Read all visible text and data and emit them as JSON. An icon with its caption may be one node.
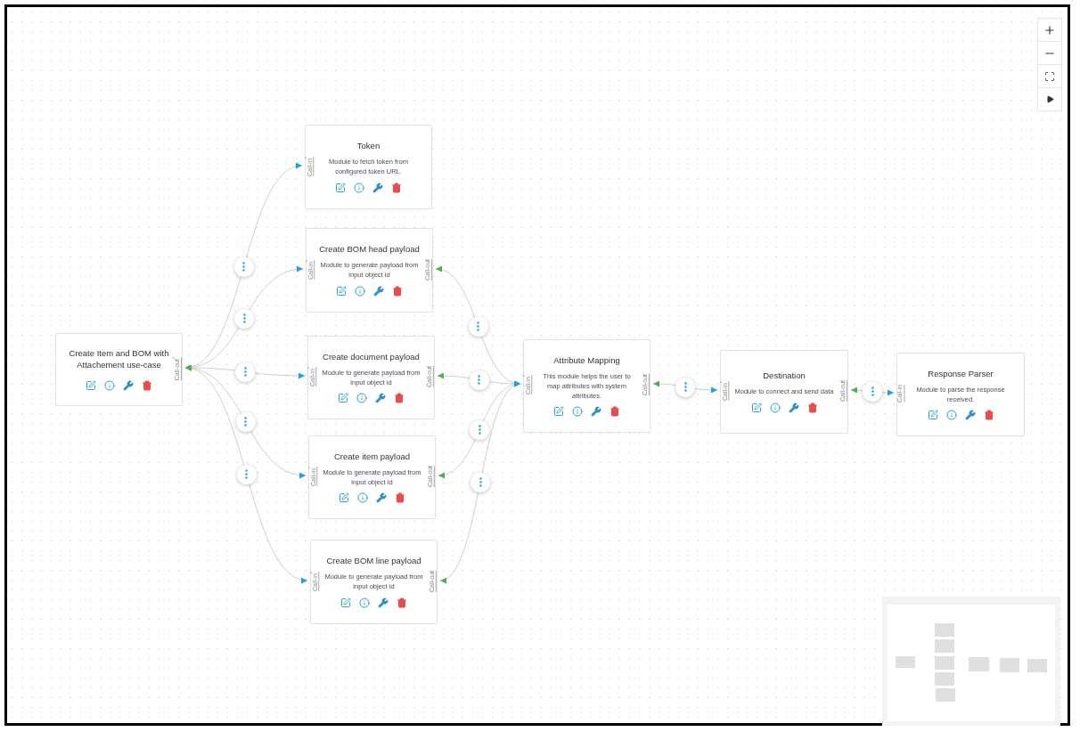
{
  "diagram": {
    "nodes": [
      {
        "text": [
          "Create Item and BOM with Attachement use-case",
          "Call-out$^{*}$"
        ]
      },
      {
        "text": [
          "Token",
          "Module to fetch token from configured token URL.",
          "Call-in$^{*}$"
        ]
      },
      {
        "text": [
          "Create BOM head payload",
          "Module to generate payload from input object id",
          "Call-in$^{*}$",
          "Call-out"
        ]
      },
      {
        "text": [
          "Create document payload",
          "Module to generate payload from input object id",
          "Call-in$^{*}$",
          "Call-out"
        ]
      },
      {
        "text": [
          "Create item payload",
          "Module to generate payload from input object id",
          "Call-in$^{*}$",
          "Call-out"
        ]
      },
      {
        "text": [
          "Create BOM line payload",
          "Module to generate payload from input object id",
          "Call-in$^{*}$",
          "Call-out"
        ]
      },
      {
        "text": [
          "Attribute Mapping",
          "This module helps the user to map attributes with system attributes.",
          "Call-in$^{*}$",
          "Call-out"
        ]
      },
      {
        "text": [
          "Destination",
          "Module to connect and send data",
          "Call-in$^{*}$",
          "Call-out"
        ]
      },
      {
        "text": [
          "Response Parser",
          "Module to parse the response received.",
          "Call-in"
        ]
      }
    ],
    "edges": [
      {
        "from": 0,
        "to": 1,
        "arrow": "both"
      },
      {
        "from": 0,
        "to": 2,
        "arrow": "both"
      },
      {
        "from": 0,
        "to": 3,
        "arrow": "both"
      },
      {
        "from": 0,
        "to": 4,
        "arrow": "both"
      },
      {
        "from": 0,
        "to": 5,
        "arrow": "both"
      },
      {
        "from": 2,
        "to": 6,
        "arrow": "both"
      },
      {
        "from": 3,
        "to": 6,
        "arrow": "both"
      },
      {
        "from": 4,
        "to": 6,
        "arrow": "both"
      },
      {
        "from": 5,
        "to": 6,
        "arrow": "both"
      },
      {
        "from": 6,
        "to": 7,
        "arrow": "both"
      },
      {
        "from": 7,
        "to": 8,
        "arrow": "both"
      }
    ]
  }
}
